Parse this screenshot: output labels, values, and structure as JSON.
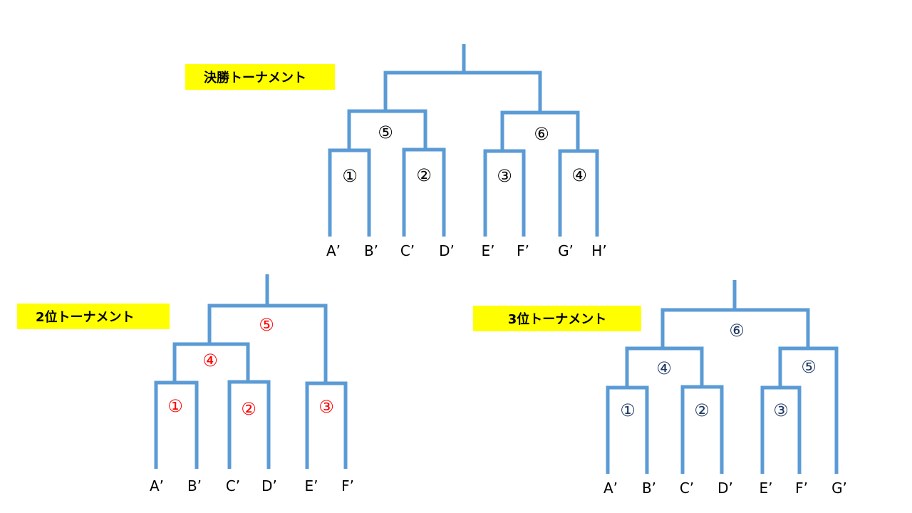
{
  "colors": {
    "bracket_line": "#5b9bd5",
    "title_bg": "#ffff00",
    "final_match_color": "#000000",
    "second_match_color": "#ff0000",
    "third_match_color": "#1f3864"
  },
  "tournaments": [
    {
      "title": "決勝トーナメント",
      "leaves": [
        "A’",
        "B’",
        "C’",
        "D’",
        "E’",
        "F’",
        "G’",
        "H’"
      ],
      "matches": [
        "①",
        "②",
        "③",
        "④",
        "⑤",
        "⑥"
      ]
    },
    {
      "title": "2位トーナメント",
      "leaves": [
        "A’",
        "B’",
        "C’",
        "D’",
        "E’",
        "F’"
      ],
      "matches": [
        "①",
        "②",
        "③",
        "④",
        "⑤"
      ]
    },
    {
      "title": "3位トーナメント",
      "leaves": [
        "A’",
        "B’",
        "C’",
        "D’",
        "E’",
        "F’",
        "G’"
      ],
      "matches": [
        "①",
        "②",
        "③",
        "④",
        "⑤",
        "⑥"
      ]
    }
  ]
}
